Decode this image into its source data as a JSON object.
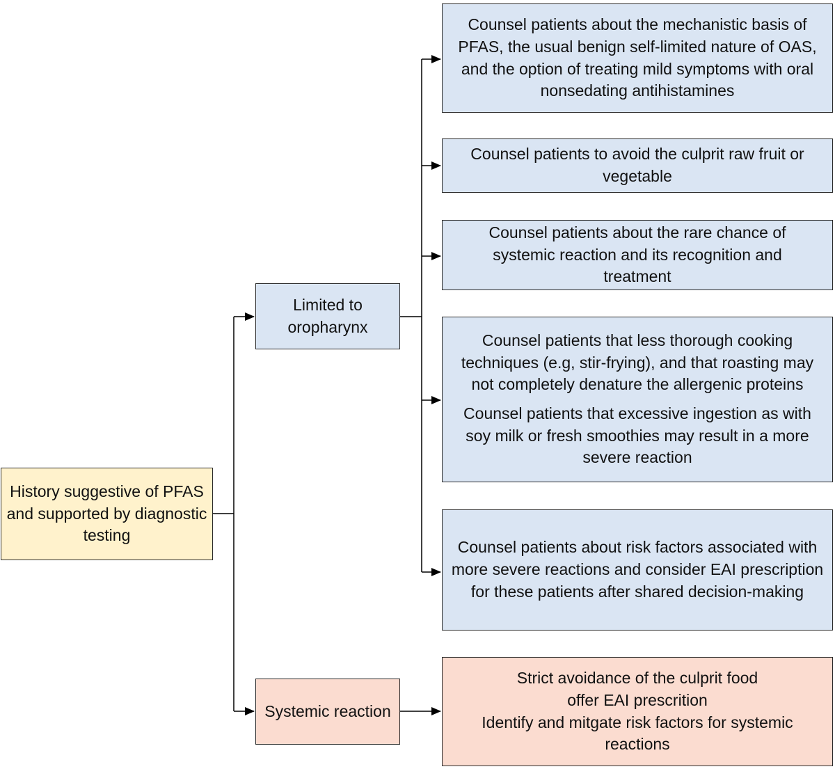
{
  "colors": {
    "root_fill": "#fff2cc",
    "branch_limited_fill": "#dae5f3",
    "branch_systemic_fill": "#fbdcd0",
    "line": "#000000"
  },
  "root": {
    "label": "History suggestive of PFAS and supported by diagnostic testing"
  },
  "branch_limited": {
    "label": "Limited to oropharynx",
    "outcomes": [
      "Counsel patients about the mechanistic basis of PFAS, the usual benign self-limited nature of OAS, and the option of treating mild symptoms with oral nonsedating antihistamines",
      "Counsel patients to avoid the culprit raw fruit or vegetable",
      "Counsel patients about the rare chance of systemic reaction and its recognition and treatment",
      "Counsel patients that less thorough cooking techniques (e.g, stir-frying), and that roasting may not completely denature the allergenic proteins",
      "Counsel patients that excessive ingestion as with soy milk or fresh smoothies may result in a more severe reaction",
      "Counsel patients about risk factors associated with more severe reactions and consider EAI prescription for these patients after shared decision-making"
    ]
  },
  "branch_systemic": {
    "label": "Systemic reaction",
    "outcome_lines": [
      "Strict avoidance of the culprit food",
      "offer EAI prescrition",
      "Identify and mitgate risk factors for systemic reactions"
    ]
  }
}
